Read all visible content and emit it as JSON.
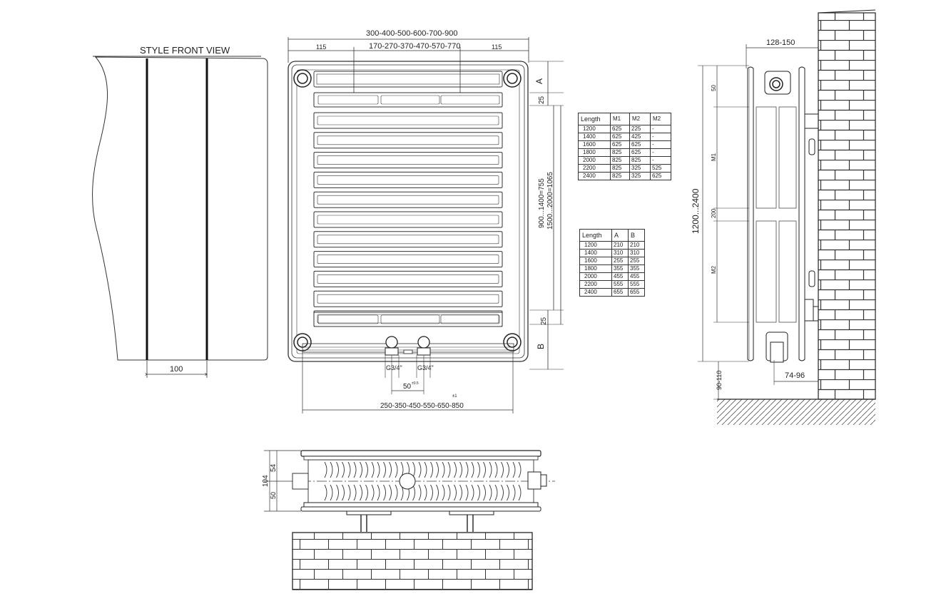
{
  "front": {
    "title": "STYLE FRONT VIEW",
    "dim_width": "100"
  },
  "main": {
    "width_sizes": "300-400-500-600-700-900",
    "center_spacing": "170-270-370-470-570-770",
    "side_left": "115",
    "side_right": "115",
    "label_a": "A",
    "label_b": "B",
    "gap_top": "25",
    "gap_bottom": "25",
    "height_1": "900...1400=755",
    "height_2": "1500...2000=1065",
    "conn_left": "G3/4\"",
    "conn_right": "G3/4\"",
    "conn_spacing": "50",
    "conn_spacing_tol": "±0.5",
    "bottom_tol": "±1",
    "bottom_spacing": "250-350-450-550-650-850"
  },
  "table_m": {
    "headers": [
      "Length",
      "M1",
      "M2",
      "M2"
    ],
    "rows": [
      [
        "1200",
        "625",
        "225",
        "-"
      ],
      [
        "1400",
        "625",
        "425",
        "-"
      ],
      [
        "1600",
        "625",
        "625",
        "-"
      ],
      [
        "1800",
        "825",
        "625",
        "-"
      ],
      [
        "2000",
        "825",
        "825",
        "-"
      ],
      [
        "2200",
        "825",
        "325",
        "525"
      ],
      [
        "2400",
        "825",
        "325",
        "625"
      ]
    ]
  },
  "table_ab": {
    "headers": [
      "Length",
      "A",
      "B"
    ],
    "rows": [
      [
        "1200",
        "210",
        "210"
      ],
      [
        "1400",
        "310",
        "310"
      ],
      [
        "1600",
        "255",
        "255"
      ],
      [
        "1800",
        "355",
        "355"
      ],
      [
        "2000",
        "455",
        "455"
      ],
      [
        "2200",
        "555",
        "555"
      ],
      [
        "2400",
        "655",
        "655"
      ]
    ]
  },
  "side": {
    "wall_offset": "128-150",
    "height_range": "1200...2400",
    "dim_50": "50",
    "dim_m1": "M1",
    "dim_200": "200",
    "dim_m2": "M2",
    "floor_gap": "90-110",
    "depth": "74-96"
  },
  "bottom": {
    "depth_total": "104",
    "depth_1": "54",
    "depth_2": "50"
  }
}
